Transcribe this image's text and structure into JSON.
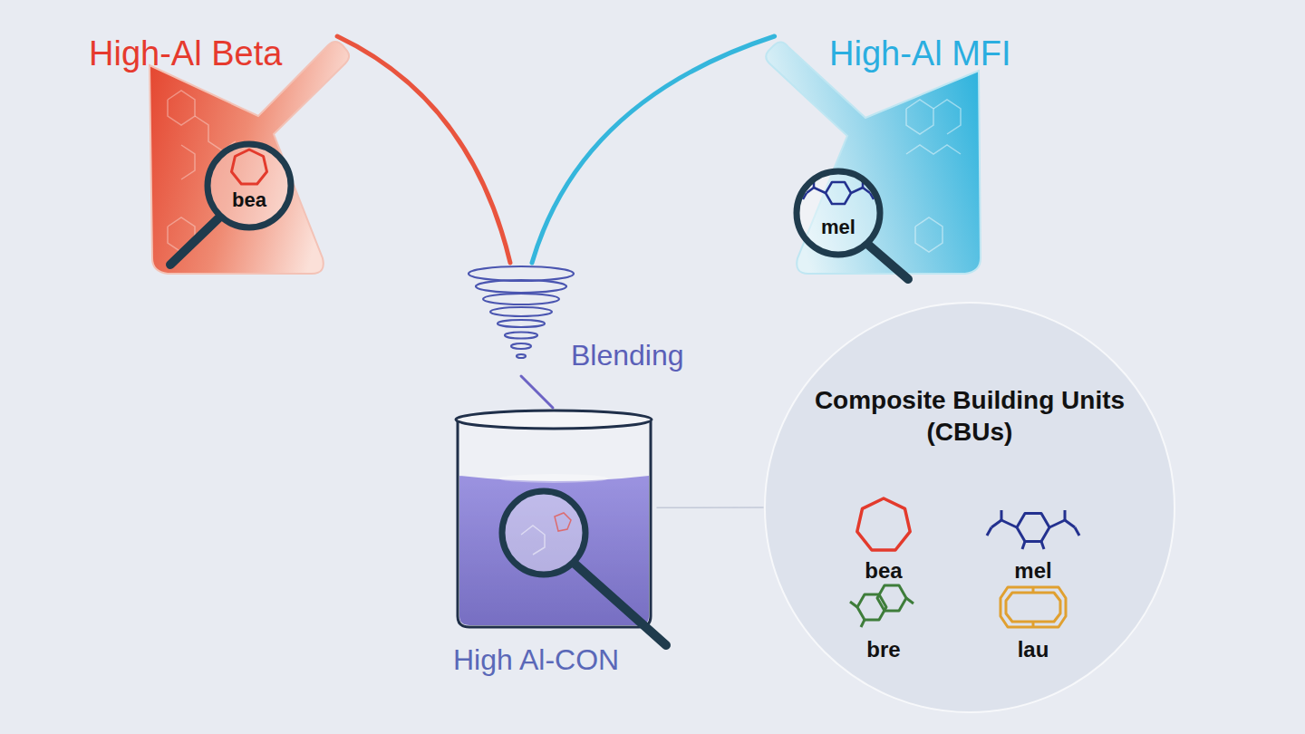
{
  "diagram": {
    "nodes": [
      {
        "text": [
          "High-Al Beta"
        ]
      },
      {
        "text": [
          "bea"
        ],
        "in": 0
      },
      {
        "text": [
          "High-Al MFI"
        ]
      },
      {
        "text": [
          "mel"
        ],
        "in": 2
      },
      {
        "text": [
          "Blending"
        ]
      },
      {
        "text": [
          "High Al-CON"
        ]
      },
      {
        "text": [
          "Composite Building Units (CBUs)"
        ]
      }
    ],
    "edges": [
      {
        "from": 0,
        "to": 4,
        "arrow": "none"
      },
      {
        "from": 2,
        "to": 4,
        "arrow": "none"
      },
      {
        "from": 4,
        "to": 5,
        "arrow": "none"
      },
      {
        "from": 5,
        "to": 6,
        "arrow": "none"
      }
    ],
    "labels": [
      "bea",
      "mel",
      "bre",
      "lau"
    ]
  }
}
